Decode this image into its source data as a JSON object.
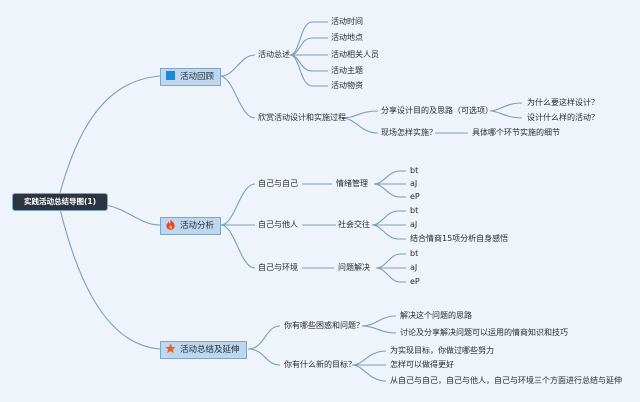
{
  "root": {
    "label": "实践活动总结导图(1)"
  },
  "branches": [
    {
      "label": "活动回顾",
      "icon": "blue-square-icon",
      "children": [
        {
          "label": "活动总述",
          "children": [
            "活动时间",
            "活动地点",
            "活动相关人员",
            "活动主题",
            "活动物资"
          ]
        },
        {
          "label": "欣赏活动设计和实施过程",
          "children": [
            {
              "label": "分享设计目的及思路（可选项）",
              "children": [
                "为什么要这样设计？",
                "设计什么样的活动？"
              ]
            },
            {
              "label": "现场怎样实施？",
              "children": [
                "具体哪个环节实施的细节"
              ]
            }
          ]
        }
      ]
    },
    {
      "label": "活动分析",
      "icon": "fire-icon",
      "children": [
        {
          "label": "自己与自己",
          "sub": "情绪管理",
          "children": [
            "bt",
            "aJ",
            "eP"
          ]
        },
        {
          "label": "自己与他人",
          "sub": "社会交往",
          "children": [
            "bt",
            "aJ",
            "结合情商15项分析自身感悟"
          ]
        },
        {
          "label": "自己与环境",
          "sub": "问题解决",
          "children": [
            "bt",
            "aJ",
            "eP"
          ]
        }
      ]
    },
    {
      "label": "活动总结及延伸",
      "icon": "star-icon",
      "children": [
        {
          "label": "你有哪些困惑和问题？",
          "children": [
            "解决这个问题的思路",
            "讨论及分享解决问题可以运用的情商知识和技巧"
          ]
        },
        {
          "label": "你有什么新的目标？",
          "children": [
            "为实现目标，你做过哪些努力",
            "怎样可以做得更好",
            "从自己与自己，自己与他人，自己与环境三个方面进行总结与延伸"
          ]
        }
      ]
    }
  ],
  "colors": {
    "background": "#eef4fa",
    "line": "#7a9fb8",
    "root_fill": "#2b3440",
    "branch_fill": "#bfd6ec",
    "branch_border": "#7fa6c9"
  }
}
